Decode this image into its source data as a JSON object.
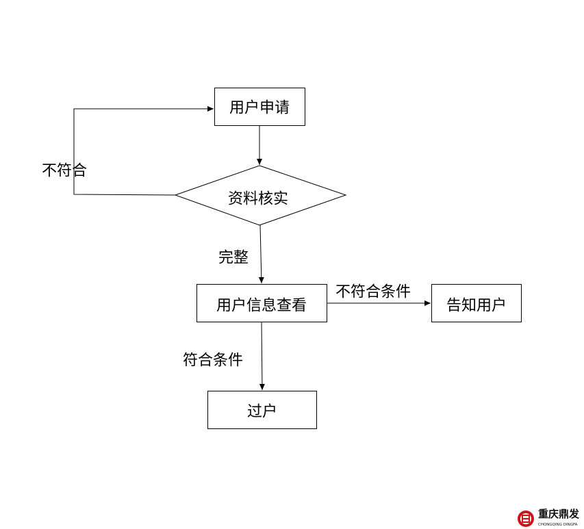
{
  "nodes": {
    "apply": "用户申请",
    "verify": "资料核实",
    "review": "用户信息查看",
    "notify": "告知用户",
    "transfer": "过户"
  },
  "edges": {
    "not_match": "不符合",
    "complete": "完整",
    "not_meet_conditions": "不符合条件",
    "meet_conditions": "符合条件"
  },
  "logo": {
    "name": "重庆鼎发",
    "subtitle": "CHONGQING DINGFA",
    "color": "#c8161d"
  }
}
